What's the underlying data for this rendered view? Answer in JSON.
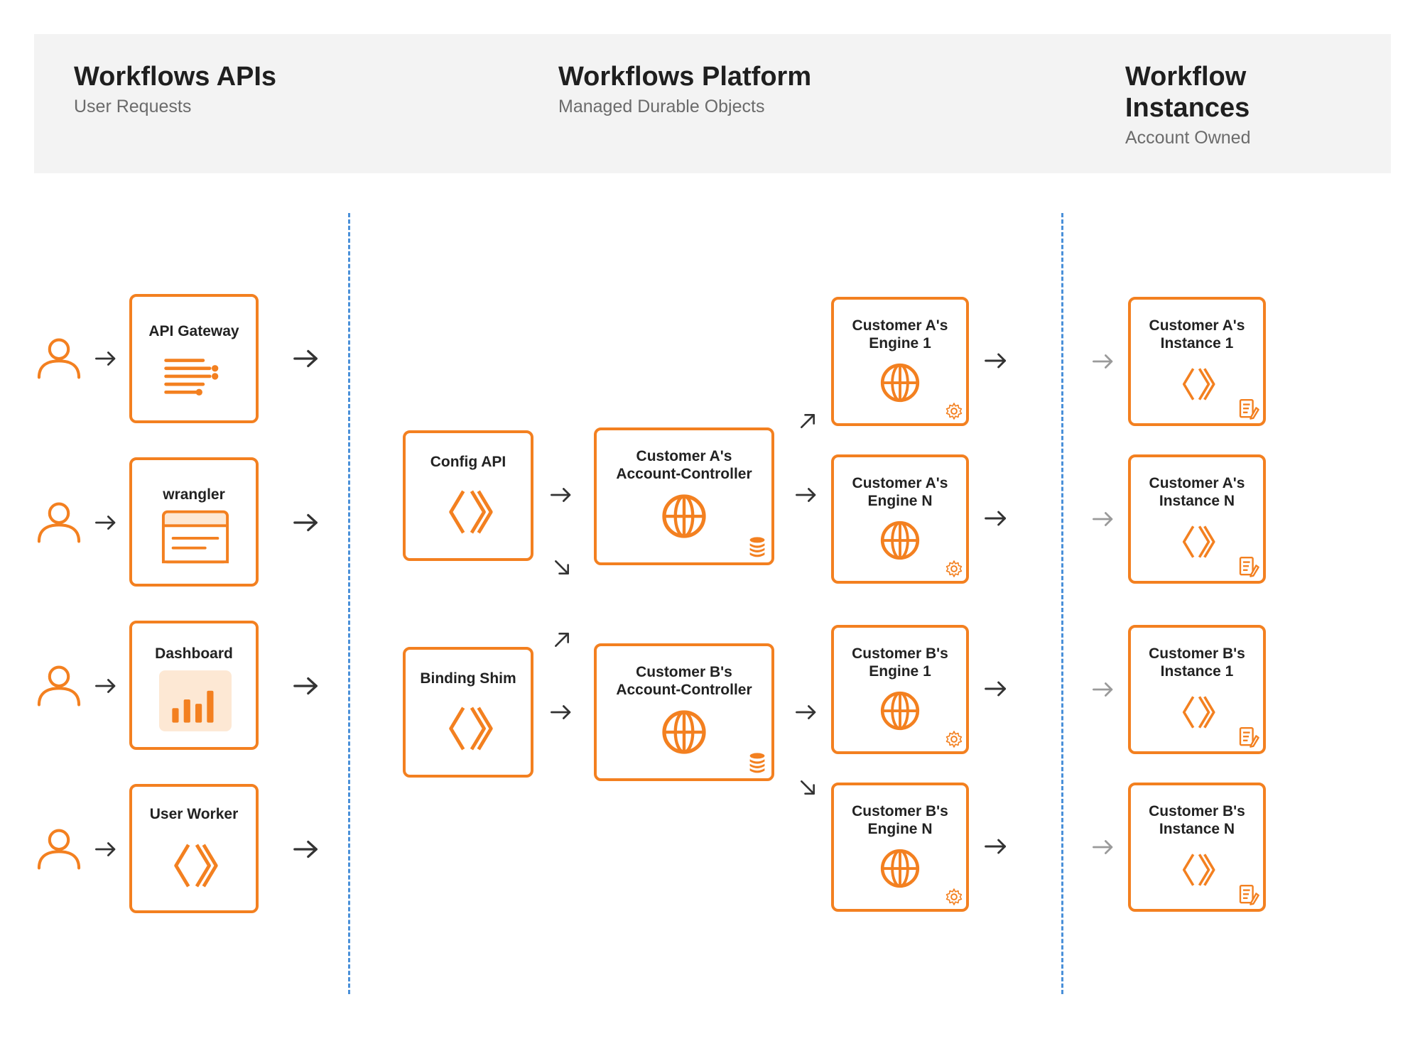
{
  "columns": [
    {
      "title": "Workflows APIs",
      "subtitle": "User Requests"
    },
    {
      "title": "Workflows Platform",
      "subtitle": "Managed Durable Objects"
    },
    {
      "title": "Workflow\nInstances",
      "subtitle": "Account Owned"
    }
  ],
  "api_boxes": [
    {
      "label": "API Gateway",
      "icon": "list-icon"
    },
    {
      "label": "wrangler",
      "icon": "window-icon"
    },
    {
      "label": "Dashboard",
      "icon": "bar-chart-icon"
    },
    {
      "label": "User Worker",
      "icon": "worker-icon"
    }
  ],
  "platform_entry": [
    {
      "label": "Config API",
      "icon": "worker-icon"
    },
    {
      "label": "Binding Shim",
      "icon": "worker-icon"
    }
  ],
  "controllers": [
    {
      "label": "Customer A's\nAccount-Controller",
      "icon": "globe-icon",
      "corner_icon": "database-icon"
    },
    {
      "label": "Customer B's\nAccount-Controller",
      "icon": "globe-icon",
      "corner_icon": "database-icon"
    }
  ],
  "engines": [
    {
      "label": "Customer A's\nEngine 1",
      "icon": "globe-icon",
      "corner_icon": "gear-icon"
    },
    {
      "label": "Customer A's\nEngine N",
      "icon": "globe-icon",
      "corner_icon": "gear-icon"
    },
    {
      "label": "Customer B's\nEngine 1",
      "icon": "globe-icon",
      "corner_icon": "gear-icon"
    },
    {
      "label": "Customer B's\nEngine N",
      "icon": "globe-icon",
      "corner_icon": "gear-icon"
    }
  ],
  "instances": [
    {
      "label": "Customer A's\nInstance 1",
      "icon": "worker-icon",
      "corner_icon": "edit-document-icon"
    },
    {
      "label": "Customer A's\nInstance N",
      "icon": "worker-icon",
      "corner_icon": "edit-document-icon"
    },
    {
      "label": "Customer B's\nInstance 1",
      "icon": "worker-icon",
      "corner_icon": "edit-document-icon"
    },
    {
      "label": "Customer B's\nInstance N",
      "icon": "worker-icon",
      "corner_icon": "edit-document-icon"
    }
  ],
  "colors": {
    "accent": "#f38020",
    "divider": "#4a90d9",
    "arrow": "#333333",
    "arrow_light": "#9a9a9a",
    "header_bg": "#f3f3f3"
  }
}
